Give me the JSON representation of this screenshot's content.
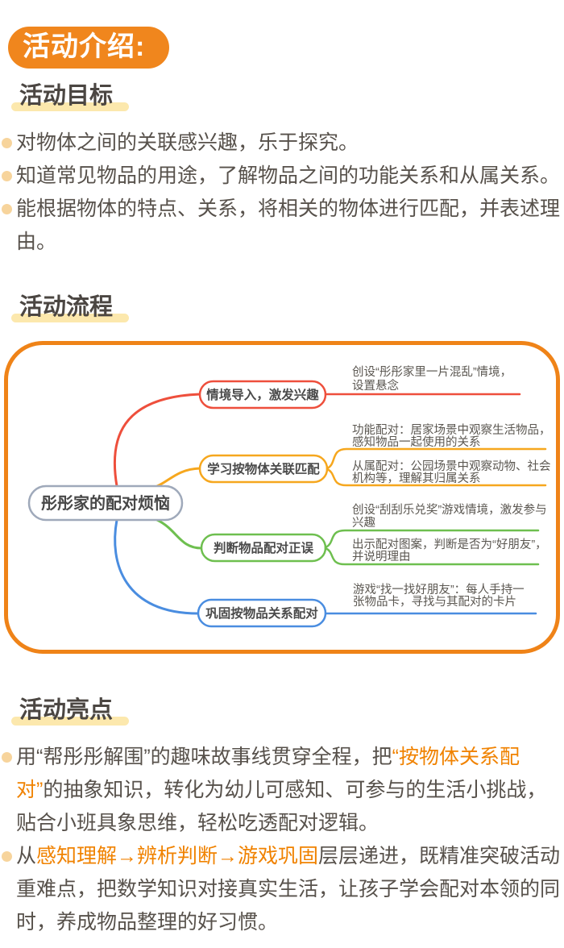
{
  "page": {
    "badge": "活动介绍:"
  },
  "goals": {
    "title": "活动目标",
    "items": [
      "对物体之间的关联感兴趣，乐于探究。",
      "知道常见物品的用途，了解物品之间的功能关系和从属关系。",
      "能根据物体的特点、关系，将相关的物体进行匹配，并表述理由。"
    ]
  },
  "process": {
    "title": "活动流程"
  },
  "mindmap": {
    "center": "彤彤家的配对烦恼",
    "center_border_color": "#9fa9ba",
    "frame_color": "#ef8318",
    "branches": [
      {
        "label": "情境导入，激发兴趣",
        "color": "#ee4f3c",
        "children": [
          {
            "lines": [
              "创设“彤彤家里一片混乱”情境，",
              "设置悬念"
            ]
          }
        ]
      },
      {
        "label": "学习按物体关联匹配",
        "color": "#f6a71e",
        "children": [
          {
            "lines": [
              "功能配对：居家场景中观察生活物品，",
              "感知物品一起使用的关系"
            ]
          },
          {
            "lines": [
              "从属配对：公园场景中观察动物、社会",
              "机构等，理解其归属关系"
            ]
          }
        ]
      },
      {
        "label": "判断物品配对正误",
        "color": "#6ebf4f",
        "children": [
          {
            "lines": [
              "创设“刮刮乐兑奖”游戏情境，激发参与",
              "兴趣"
            ]
          },
          {
            "lines": [
              "出示配对图案，判断是否为“好朋友”，",
              "并说明理由"
            ]
          }
        ]
      },
      {
        "label": "巩固按物品关系配对",
        "color": "#4a8de0",
        "children": [
          {
            "lines": [
              "游戏“找一找好朋友”：每人手持一",
              "张物品卡，寻找与其配对的卡片"
            ]
          }
        ]
      }
    ]
  },
  "highlights": {
    "title": "活动亮点",
    "items": [
      {
        "pre": "用“帮彤彤解围”的趣味故事线贯穿全程，把",
        "em": "“按物体关系配对”",
        "post": "的抽象知识，转化为幼儿可感知、可参与的生活小挑战，贴合小班具象思维，轻松吃透配对逻辑。"
      },
      {
        "pre": "从",
        "em": "感知理解→辨析判断→游戏巩固",
        "post": "层层递进，既精准突破活动重难点，把数学知识对接真实生活，让孩子学会配对本领的同时，养成物品整理的好习惯。"
      }
    ]
  },
  "colors": {
    "badge_bg": "#f0861d",
    "heading_highlight": "#fce8ad",
    "bullet_dot": "#f7d49c",
    "em_text": "#f08200",
    "body_text": "#57514b"
  }
}
